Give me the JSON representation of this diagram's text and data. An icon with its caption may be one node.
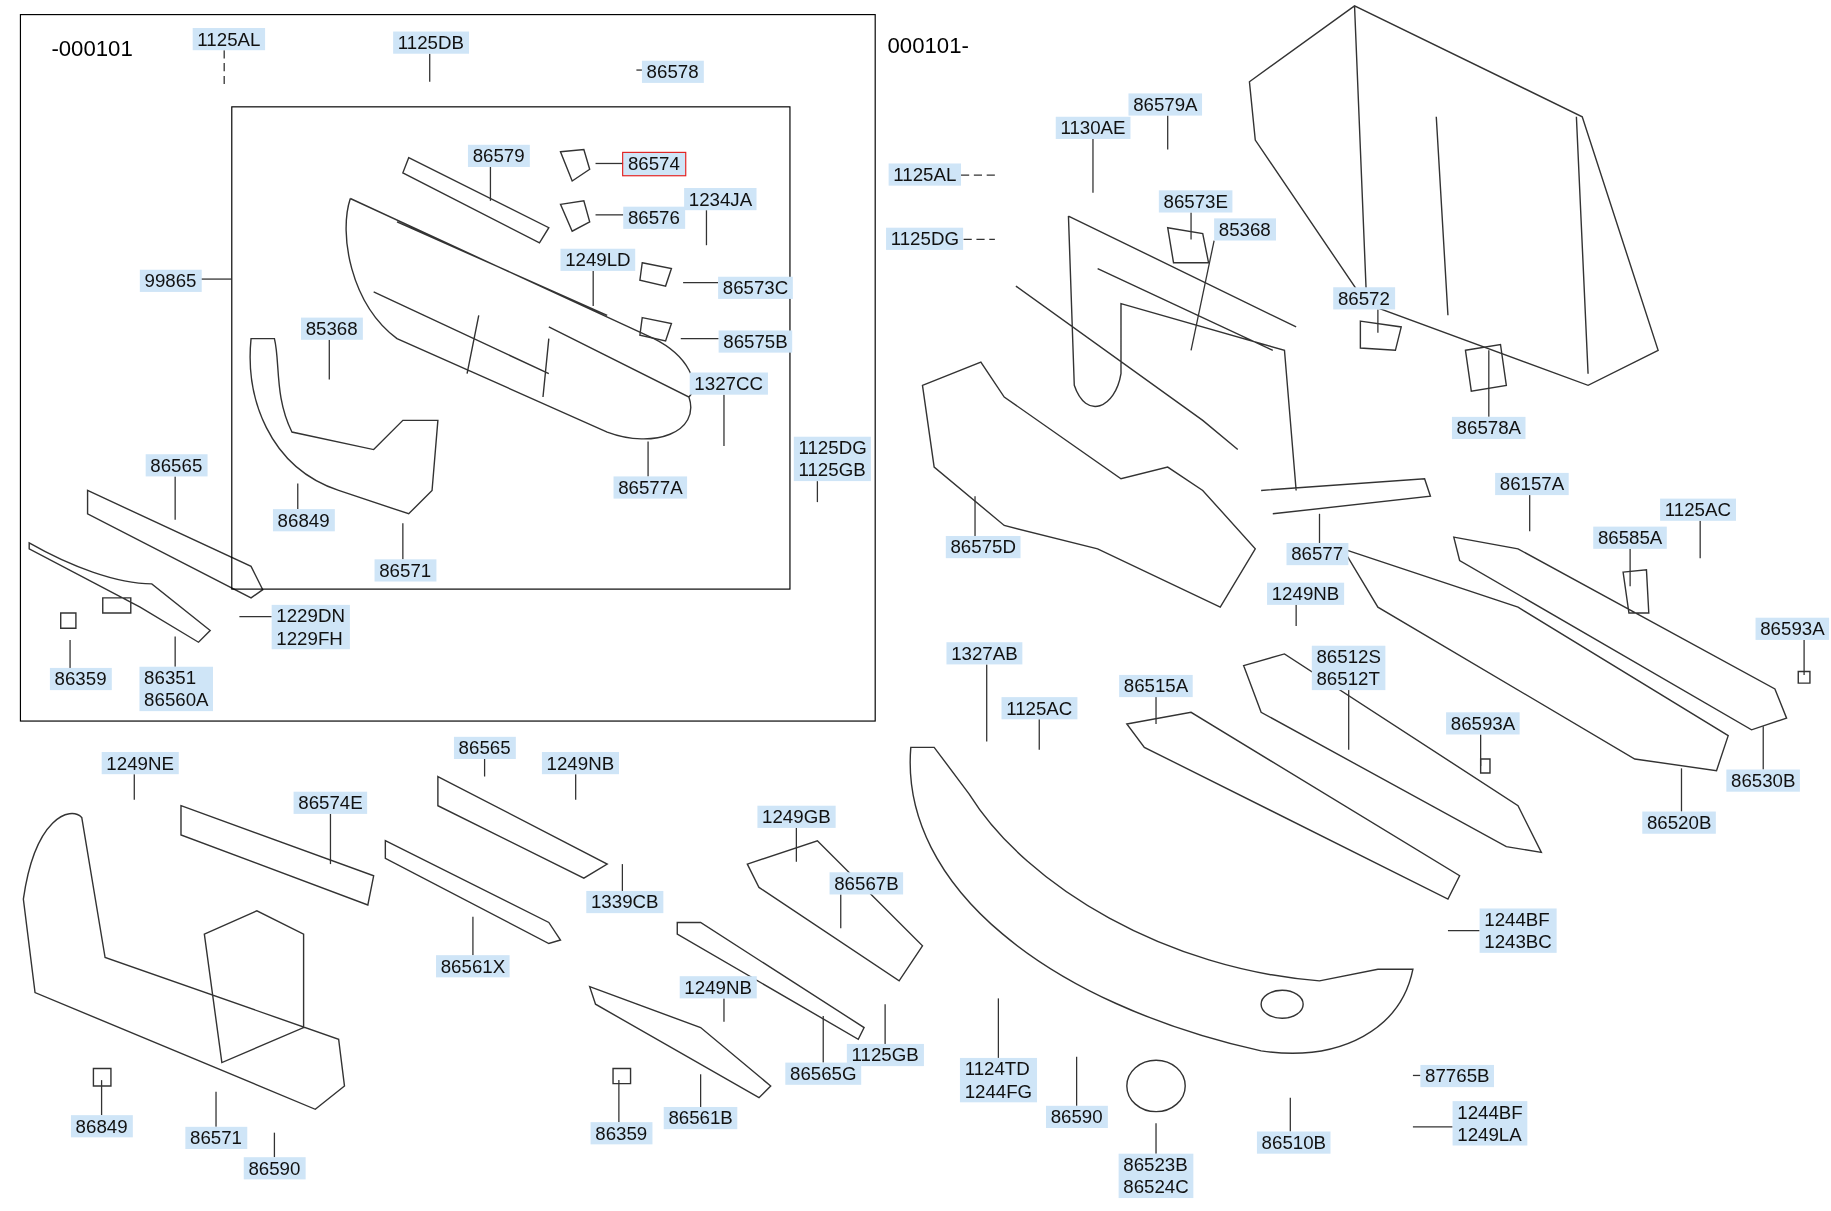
{
  "diagram": {
    "nodes": [
      {
        "text": [
          "-000101"
        ]
      },
      {
        "text": [],
        "shape": "box",
        "in": 0
      },
      {
        "text": [
          "1125AL"
        ],
        "in": 0
      },
      {
        "text": [
          "1125DB"
        ],
        "in": 0
      },
      {
        "text": [
          "86578"
        ],
        "in": 0
      },
      {
        "text": [
          "86579"
        ],
        "in": 1
      },
      {
        "text": [
          "86574"
        ],
        "in": 1
      },
      {
        "text": [
          "86576"
        ],
        "in": 1
      },
      {
        "text": [
          "1234JA"
        ],
        "in": 1
      },
      {
        "text": [
          "99865"
        ],
        "in": 0
      },
      {
        "text": [
          "1249LD"
        ],
        "in": 1
      },
      {
        "text": [
          "86573C"
        ],
        "in": 1
      },
      {
        "text": [
          "85368"
        ],
        "in": 1
      },
      {
        "text": [
          "86575B"
        ],
        "in": 1
      },
      {
        "text": [
          "1327CC"
        ],
        "in": 1
      },
      {
        "text": [
          "1125DG",
          "1125GB"
        ],
        "in": 0
      },
      {
        "text": [
          "86565"
        ],
        "in": 0
      },
      {
        "text": [
          "86577A"
        ],
        "in": 1
      },
      {
        "text": [
          "86849"
        ],
        "in": 1
      },
      {
        "text": [
          "86571"
        ],
        "in": 1
      },
      {
        "text": [
          "1229DN",
          "1229FH"
        ],
        "in": 0
      },
      {
        "text": [
          "86359"
        ],
        "in": 0
      },
      {
        "text": [
          "86351",
          "86560A"
        ],
        "in": 0
      },
      {
        "text": [
          "86579A"
        ]
      },
      {
        "text": [
          "1130AE"
        ]
      },
      {
        "text": [
          "1125AL"
        ]
      },
      {
        "text": [
          "86573E"
        ]
      },
      {
        "text": [
          "85368"
        ]
      },
      {
        "text": [
          "1125DG"
        ]
      },
      {
        "text": [
          "86572"
        ]
      },
      {
        "text": [
          "86578A"
        ]
      },
      {
        "text": [
          "86157A"
        ]
      },
      {
        "text": [
          "1125AC"
        ]
      },
      {
        "text": [
          "86585A"
        ]
      },
      {
        "text": [
          "86575D"
        ]
      },
      {
        "text": [
          "86577"
        ]
      },
      {
        "text": [
          "1249NB"
        ]
      },
      {
        "text": [
          "86593A"
        ]
      },
      {
        "text": [
          "1327AB"
        ]
      },
      {
        "text": [
          "86515A"
        ]
      },
      {
        "text": [
          "86512S",
          "86512T"
        ]
      },
      {
        "text": [
          "1125AC"
        ]
      },
      {
        "text": [
          "86593A"
        ]
      },
      {
        "text": [
          "86530B"
        ]
      },
      {
        "text": [
          "86520B"
        ]
      },
      {
        "text": [
          "1244BF",
          "1243BC"
        ]
      },
      {
        "text": [
          "1124TD",
          "1244FG"
        ]
      },
      {
        "text": [
          "87765B"
        ]
      },
      {
        "text": [
          "1244BF",
          "1249LA"
        ]
      },
      {
        "text": [
          "86590"
        ]
      },
      {
        "text": [
          "86510B"
        ]
      },
      {
        "text": [
          "86523B",
          "86524C"
        ]
      },
      {
        "text": [
          "1249NE"
        ]
      },
      {
        "text": [
          "86565"
        ]
      },
      {
        "text": [
          "1249NB"
        ]
      },
      {
        "text": [
          "86574E"
        ]
      },
      {
        "text": [
          "1249GB"
        ]
      },
      {
        "text": [
          "86567B"
        ]
      },
      {
        "text": [
          "1339CB"
        ]
      },
      {
        "text": [
          "86561X"
        ]
      },
      {
        "text": [
          "1249NB"
        ]
      },
      {
        "text": [
          "1125GB"
        ]
      },
      {
        "text": [
          "86565G"
        ]
      },
      {
        "text": [
          "86849"
        ]
      },
      {
        "text": [
          "86561B"
        ]
      },
      {
        "text": [
          "86359"
        ]
      },
      {
        "text": [
          "86571"
        ]
      },
      {
        "text": [
          "86590"
        ]
      }
    ],
    "edges": [
      {
        "from": 2,
        "to": null,
        "arrow": "none",
        "style": "dashed"
      },
      {
        "from": 3,
        "to": null,
        "arrow": "none"
      },
      {
        "from": 4,
        "to": null,
        "arrow": "none"
      },
      {
        "from": 5,
        "to": null,
        "arrow": "none"
      },
      {
        "from": 6,
        "to": null,
        "arrow": "none"
      },
      {
        "from": 7,
        "to": null,
        "arrow": "none"
      },
      {
        "from": 8,
        "to": null,
        "arrow": "none"
      },
      {
        "from": 9,
        "to": 1,
        "arrow": "none"
      },
      {
        "from": 10,
        "to": null,
        "arrow": "none"
      },
      {
        "from": 11,
        "to": null,
        "arrow": "none"
      },
      {
        "from": 12,
        "to": null,
        "arrow": "none"
      },
      {
        "from": 13,
        "to": null,
        "arrow": "none"
      },
      {
        "from": 14,
        "to": null,
        "arrow": "none"
      },
      {
        "from": 15,
        "to": null,
        "arrow": "none"
      },
      {
        "from": 16,
        "to": null,
        "arrow": "none"
      },
      {
        "from": 17,
        "to": null,
        "arrow": "none"
      },
      {
        "from": 18,
        "to": null,
        "arrow": "none"
      },
      {
        "from": 19,
        "to": null,
        "arrow": "none"
      },
      {
        "from": 20,
        "to": null,
        "arrow": "none"
      },
      {
        "from": 21,
        "to": null,
        "arrow": "none"
      },
      {
        "from": 22,
        "to": null,
        "arrow": "none"
      },
      {
        "from": 23,
        "to": null,
        "arrow": "none"
      },
      {
        "from": 24,
        "to": null,
        "arrow": "none"
      },
      {
        "from": 25,
        "to": null,
        "arrow": "none",
        "style": "dashed"
      },
      {
        "from": 26,
        "to": null,
        "arrow": "none"
      },
      {
        "from": 27,
        "to": null,
        "arrow": "none"
      },
      {
        "from": 28,
        "to": null,
        "arrow": "none",
        "style": "dashed"
      },
      {
        "from": 29,
        "to": null,
        "arrow": "none"
      },
      {
        "from": 30,
        "to": null,
        "arrow": "none"
      },
      {
        "from": 31,
        "to": null,
        "arrow": "none"
      },
      {
        "from": 32,
        "to": null,
        "arrow": "none"
      },
      {
        "from": 33,
        "to": null,
        "arrow": "none"
      },
      {
        "from": 34,
        "to": null,
        "arrow": "none"
      },
      {
        "from": 35,
        "to": null,
        "arrow": "none"
      },
      {
        "from": 36,
        "to": null,
        "arrow": "none"
      },
      {
        "from": 37,
        "to": null,
        "arrow": "none"
      },
      {
        "from": 38,
        "to": null,
        "arrow": "none"
      },
      {
        "from": 39,
        "to": null,
        "arrow": "none"
      },
      {
        "from": 40,
        "to": null,
        "arrow": "none"
      },
      {
        "from": 41,
        "to": null,
        "arrow": "none"
      },
      {
        "from": 42,
        "to": null,
        "arrow": "none"
      },
      {
        "from": 43,
        "to": null,
        "arrow": "none"
      },
      {
        "from": 44,
        "to": null,
        "arrow": "none"
      },
      {
        "from": 45,
        "to": null,
        "arrow": "none"
      },
      {
        "from": 46,
        "to": null,
        "arrow": "none"
      },
      {
        "from": 47,
        "to": null,
        "arrow": "none"
      },
      {
        "from": 48,
        "to": null,
        "arrow": "none"
      },
      {
        "from": 49,
        "to": null,
        "arrow": "none"
      },
      {
        "from": 50,
        "to": null,
        "arrow": "none"
      },
      {
        "from": 51,
        "to": null,
        "arrow": "none"
      },
      {
        "from": 52,
        "to": null,
        "arrow": "none"
      },
      {
        "from": 53,
        "to": null,
        "arrow": "none"
      },
      {
        "from": 54,
        "to": null,
        "arrow": "none"
      },
      {
        "from": 55,
        "to": null,
        "arrow": "none"
      },
      {
        "from": 56,
        "to": null,
        "arrow": "none"
      },
      {
        "from": 57,
        "to": null,
        "arrow": "none"
      },
      {
        "from": 58,
        "to": null,
        "arrow": "none"
      },
      {
        "from": 59,
        "to": null,
        "arrow": "none"
      },
      {
        "from": 60,
        "to": null,
        "arrow": "none"
      },
      {
        "from": 61,
        "to": null,
        "arrow": "none"
      },
      {
        "from": 62,
        "to": null,
        "arrow": "none"
      },
      {
        "from": 63,
        "to": null,
        "arrow": "none"
      },
      {
        "from": 64,
        "to": null,
        "arrow": "none"
      },
      {
        "from": 65,
        "to": null,
        "arrow": "none"
      },
      {
        "from": 66,
        "to": null,
        "arrow": "none"
      },
      {
        "from": 67,
        "to": null,
        "arrow": "none"
      }
    ],
    "labels": [
      "000101-"
    ]
  }
}
